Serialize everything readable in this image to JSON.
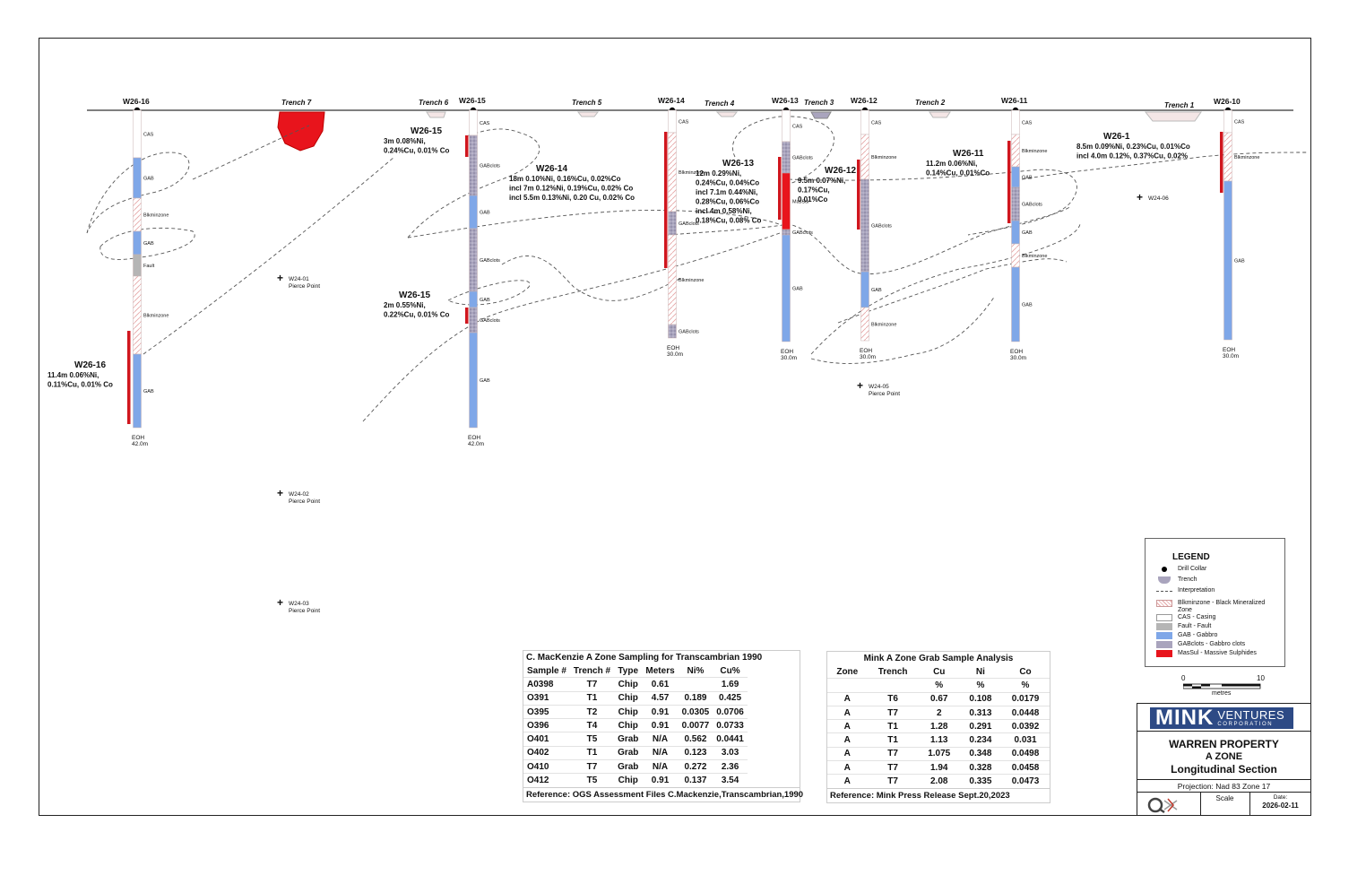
{
  "holes": [
    {
      "id": "W26-16",
      "eoh": "EOH",
      "depth": "42.0m",
      "units": [
        "CAS",
        "GAB",
        "Blkminzone",
        "GAB",
        "Fault",
        "Blkminzone",
        "GAB"
      ],
      "intercept_title": "W26-16",
      "intercept_lines": [
        "11.4m 0.06%Ni,",
        "0.11%Cu, 0.01% Co"
      ]
    },
    {
      "id": "W26-15",
      "eoh": "EOH",
      "depth": "42.0m",
      "units": [
        "CAS",
        "GABclots",
        "GAB",
        "GABclots",
        "GAB",
        "GABclots",
        "GAB"
      ],
      "intercept_title": "W26-15",
      "intercept_lines": [
        "3m 0.08%Ni,",
        "0.24%Cu, 0.01% Co"
      ],
      "intercept2_title": "W26-15",
      "intercept2_lines": [
        "2m 0.55%Ni,",
        "0.22%Cu, 0.01% Co"
      ]
    },
    {
      "id": "W26-14",
      "eoh": "EOH",
      "depth": "30.0m",
      "units": [
        "CAS",
        "Blkminzone",
        "GABclots",
        "Blkminzone",
        "GABclots"
      ],
      "intercept_title": "W26-14",
      "intercept_lines": [
        "18m 0.10%Ni, 0.16%Cu, 0.02%Co",
        "incl 7m 0.12%Ni, 0.19%Cu, 0.02% Co",
        "incl 5.5m 0.13%Ni, 0.20 Cu, 0.02% Co"
      ]
    },
    {
      "id": "W26-13",
      "eoh": "EOH",
      "depth": "30.0m",
      "units": [
        "CAS",
        "GABclots",
        "MasSul",
        "GABclots",
        "GAB"
      ],
      "intercept_title": "W26-13",
      "intercept_lines": [
        "12m 0.29%Ni,",
        "0.24%Cu, 0.04%Co",
        "incl 7.1m 0.44%Ni,",
        "0.28%Cu, 0.06%Co",
        "incl 4m 0.58%Ni,",
        "0.18%Cu, 0.08% Co"
      ]
    },
    {
      "id": "W26-12",
      "eoh": "EOH",
      "depth": "30.0m",
      "units": [
        "CAS",
        "Blkminzone",
        "GABclots",
        "GAB",
        "Blkminzone"
      ],
      "intercept_title": "W26-12",
      "intercept_lines": [
        "9.5m 0.07%Ni,",
        "0.17%Cu,",
        "0.01%Co"
      ]
    },
    {
      "id": "W26-11",
      "eoh": "EOH",
      "depth": "30.0m",
      "units": [
        "CAS",
        "Blkminzone",
        "GAB",
        "GABclots",
        "GAB",
        "Blkminzone",
        "GAB"
      ],
      "intercept_title": "W26-11",
      "intercept_lines": [
        "11.2m 0.06%Ni,",
        "0.14%Cu, 0.01%Co"
      ]
    },
    {
      "id": "W26-10",
      "eoh": "EOH",
      "depth": "30.0m",
      "units": [
        "CAS",
        "Blkminzone",
        "GAB"
      ],
      "intercept_title": "W26-1",
      "intercept_lines": [
        "8.5m 0.09%Ni, 0.23%Cu, 0.01%Co",
        "incl 4.0m 0.12%, 0.37%Cu, 0.02%"
      ]
    }
  ],
  "trenches": [
    "Trench 7",
    "Trench 6",
    "Trench 5",
    "Trench 4",
    "Trench 3",
    "Trench 2",
    "Trench 1"
  ],
  "pierce_points": [
    {
      "id": "W24-01",
      "label": "Pierce Point"
    },
    {
      "id": "W24-02",
      "label": "Pierce Point"
    },
    {
      "id": "W24-03",
      "label": "Pierce Point"
    },
    {
      "id": "W24-05",
      "label": "Pierce Point"
    },
    {
      "id": "W24-06",
      "label": ""
    }
  ],
  "table1": {
    "caption": "C. MacKenzie A Zone Sampling for Transcambrian 1990",
    "headers": [
      "Sample #",
      "Trench #",
      "Type",
      "Meters",
      "Ni%",
      "Cu%"
    ],
    "rows": [
      [
        "A0398",
        "T7",
        "Chip",
        "0.61",
        "",
        "1.69"
      ],
      [
        "O391",
        "T1",
        "Chip",
        "4.57",
        "0.189",
        "0.425"
      ],
      [
        "O395",
        "T2",
        "Chip",
        "0.91",
        "0.0305",
        "0.0706"
      ],
      [
        "O396",
        "T4",
        "Chip",
        "0.91",
        "0.0077",
        "0.0733"
      ],
      [
        "O401",
        "T5",
        "Grab",
        "N/A",
        "0.562",
        "0.0441"
      ],
      [
        "O402",
        "T1",
        "Grab",
        "N/A",
        "0.123",
        "3.03"
      ],
      [
        "O410",
        "T7",
        "Grab",
        "N/A",
        "0.272",
        "2.36"
      ],
      [
        "O412",
        "T5",
        "Chip",
        "0.91",
        "0.137",
        "3.54"
      ]
    ],
    "reference": "Reference: OGS Assessment Files C.Mackenzie,Transcambrian,1990"
  },
  "table2": {
    "caption": "Mink A Zone Grab Sample Analysis",
    "headers": [
      "Zone",
      "Trench",
      "Cu",
      "Ni",
      "Co"
    ],
    "units": [
      "",
      "",
      "%",
      "%",
      "%"
    ],
    "rows": [
      [
        "A",
        "T6",
        "0.67",
        "0.108",
        "0.0179"
      ],
      [
        "A",
        "T7",
        "2",
        "0.313",
        "0.0448"
      ],
      [
        "A",
        "T1",
        "1.28",
        "0.291",
        "0.0392"
      ],
      [
        "A",
        "T1",
        "1.13",
        "0.234",
        "0.031"
      ],
      [
        "A",
        "T7",
        "1.075",
        "0.348",
        "0.0498"
      ],
      [
        "A",
        "T7",
        "1.94",
        "0.328",
        "0.0458"
      ],
      [
        "A",
        "T7",
        "2.08",
        "0.335",
        "0.0473"
      ]
    ],
    "reference": "Reference: Mink Press Release Sept.20,2023"
  },
  "legend": {
    "title": "LEGEND",
    "items": [
      {
        "key": "collar",
        "label": "Drill Collar"
      },
      {
        "key": "trench",
        "label": "Trench"
      },
      {
        "key": "interp",
        "label": "Interpretation"
      },
      {
        "key": "blk",
        "label": "Blkminzone - Black Mineralized Zone"
      },
      {
        "key": "cas",
        "label": "CAS - Casing"
      },
      {
        "key": "fault",
        "label": "Fault - Fault"
      },
      {
        "key": "gab",
        "label": "GAB - Gabbro"
      },
      {
        "key": "gabclots",
        "label": "GABclots - Gabbro clots"
      },
      {
        "key": "massul",
        "label": "MasSul - Massive Sulphides"
      }
    ]
  },
  "scale": {
    "start": "0",
    "end": "10",
    "unit": "metres"
  },
  "title_block": {
    "logo_main": "MINK",
    "logo_sub1": "VENTURES",
    "logo_sub2": "CORPORATION",
    "property": "WARREN PROPERTY",
    "zone": "A ZONE",
    "section": "Longitudinal Section",
    "projection": "Projection: Nad 83 Zone 17",
    "scale_label": "Scale",
    "date_label": "Date:",
    "date": "2026-02-11"
  },
  "colors": {
    "gab": "#7fa7e8",
    "massul": "#e8141c",
    "intercept": "#d0161e",
    "fault": "#b5b5b5",
    "gabclots": "#a9a4bd",
    "logo": "#2d4a85"
  }
}
